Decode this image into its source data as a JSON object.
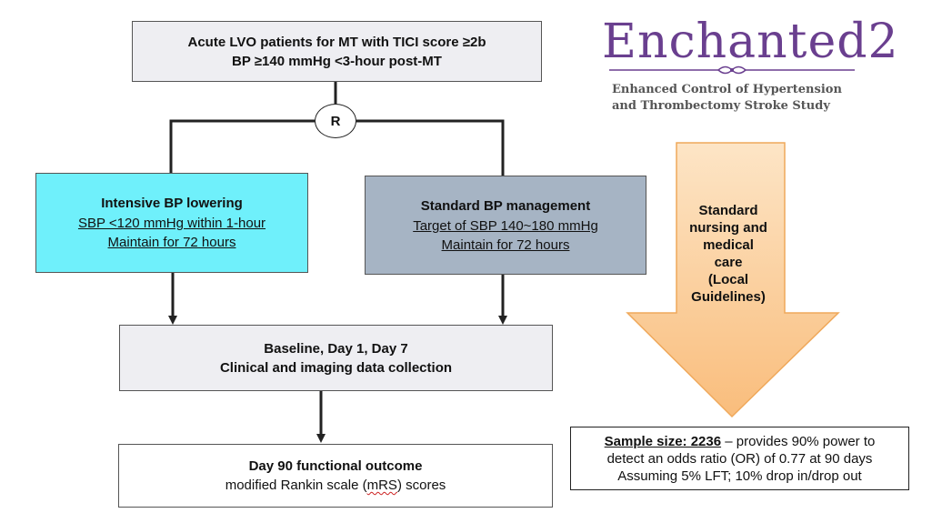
{
  "logo": {
    "name": "Enchanted2",
    "subtitle_line1": "Enhanced Control of Hypertension",
    "subtitle_line2": "and Thrombectomy Stroke Study",
    "color": "#6a3f8f"
  },
  "top_box": {
    "line1": "Acute LVO patients for MT with TICI score ≥2b",
    "line2": "BP ≥140 mmHg <3-hour post-MT"
  },
  "randomization": {
    "label": "R"
  },
  "intensive_box": {
    "title": "Intensive BP lowering",
    "line1": "SBP <120 mmHg within 1-hour",
    "line2": "Maintain for 72 hours",
    "color": "#6ff0fb"
  },
  "standard_box": {
    "title": "Standard BP management",
    "line1": "Target of SBP 140~180 mmHg",
    "line2": "Maintain for 72 hours",
    "color": "#a6b4c4"
  },
  "baseline_box": {
    "line1": "Baseline, Day 1, Day 7",
    "line2": "Clinical and imaging data collection"
  },
  "outcome_box": {
    "title": "Day 90 functional outcome",
    "line_pre": "modified Rankin scale (",
    "line_abbr": "mRS",
    "line_post": ") scores"
  },
  "care_arrow": {
    "lines": [
      "Standard",
      "nursing and",
      "medical",
      "care",
      "(Local",
      "Guidelines)"
    ],
    "color": "#f9c487"
  },
  "sample_box": {
    "label": "Sample size: 2236",
    "line1_rest": " – provides 90% power to",
    "line2": "detect an odds ratio (OR) of 0.77 at 90 days",
    "line3": "Assuming 5% LFT;  10% drop in/drop out"
  }
}
